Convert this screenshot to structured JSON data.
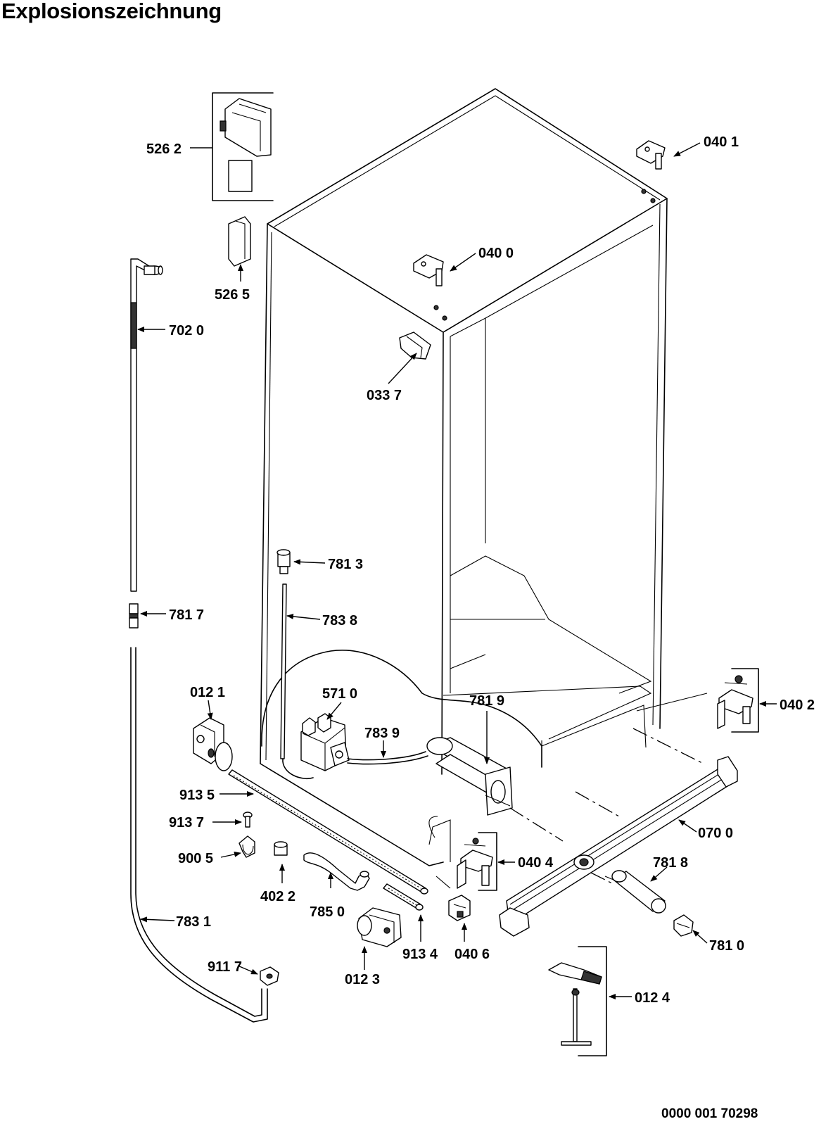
{
  "title": "Explosionszeichnung",
  "drawing_number": "0000 001 70298",
  "parts": [
    {
      "id": "526-2",
      "label": "526 2"
    },
    {
      "id": "526-5",
      "label": "526 5"
    },
    {
      "id": "040-1",
      "label": "040 1"
    },
    {
      "id": "040-0",
      "label": "040 0"
    },
    {
      "id": "702-0",
      "label": "702 0"
    },
    {
      "id": "033-7",
      "label": "033 7"
    },
    {
      "id": "781-3",
      "label": "781 3"
    },
    {
      "id": "781-7",
      "label": "781 7"
    },
    {
      "id": "783-8",
      "label": "783 8"
    },
    {
      "id": "012-1",
      "label": "012 1"
    },
    {
      "id": "571-0",
      "label": "571 0"
    },
    {
      "id": "781-9",
      "label": "781 9"
    },
    {
      "id": "783-9",
      "label": "783 9"
    },
    {
      "id": "040-2",
      "label": "040 2"
    },
    {
      "id": "913-5",
      "label": "913 5"
    },
    {
      "id": "913-7",
      "label": "913 7"
    },
    {
      "id": "900-5",
      "label": "900 5"
    },
    {
      "id": "402-2",
      "label": "402 2"
    },
    {
      "id": "785-0",
      "label": "785 0"
    },
    {
      "id": "040-4",
      "label": "040 4"
    },
    {
      "id": "070-0",
      "label": "070 0"
    },
    {
      "id": "781-8",
      "label": "781 8"
    },
    {
      "id": "913-4",
      "label": "913 4"
    },
    {
      "id": "040-6",
      "label": "040 6"
    },
    {
      "id": "783-1",
      "label": "783 1"
    },
    {
      "id": "781-0",
      "label": "781 0"
    },
    {
      "id": "911-7",
      "label": "911 7"
    },
    {
      "id": "012-3",
      "label": "012 3"
    },
    {
      "id": "012-4",
      "label": "012 4"
    }
  ]
}
